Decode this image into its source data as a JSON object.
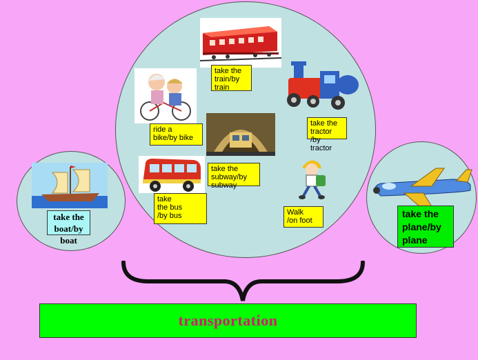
{
  "colors": {
    "background": "#f8a6f8",
    "circle": "#bfe1e2",
    "label": "#ffff00",
    "banner": "#00ff00",
    "banner_text": "#d41a6f"
  },
  "icons": [
    "train-icon",
    "bicycle-couple-icon",
    "steam-tractor-icon",
    "subway-icon",
    "bus-icon",
    "walking-boy-icon",
    "sailboat-icon",
    "airplane-icon",
    "brace-icon"
  ],
  "labels": {
    "train": "take the\ntrain/by\ntrain",
    "bike": "ride a\nbike/by bike",
    "tractor": "take the\ntractor\n/by tractor",
    "subway": "take the\nsubway/by\nsubway",
    "bus": "take\nthe bus\n/by bus",
    "walk": "Walk\n/on foot",
    "boat": "take the\nboat/by boat",
    "plane": "take the\nplane/by\nplane"
  },
  "banner": {
    "title": "transportation"
  }
}
